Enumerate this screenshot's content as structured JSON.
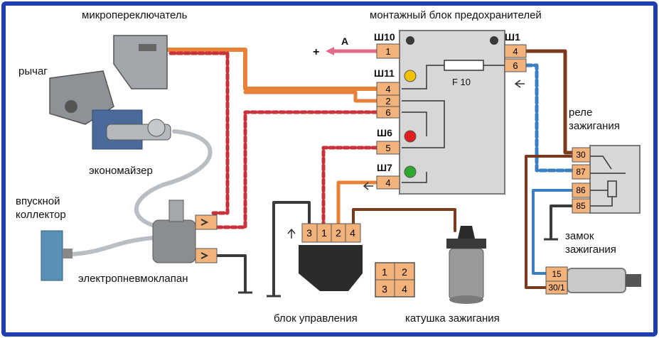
{
  "labels": {
    "microswitch": "микропереключатель",
    "fuse_block": "монтажный блок предохранителей",
    "lever": "рычаг",
    "economizer": "экономайзер",
    "intake": "впускной\nколлектор",
    "valve": "электропневмоклапан",
    "relay": "реле\nзажигания",
    "lock": "замок\nзажигания",
    "control_unit": "блок управления",
    "coil": "катушка зажигания",
    "fuse": "F 10",
    "arrow_a": "A",
    "plus": "+"
  },
  "connectors": {
    "sh10": "Ш10",
    "sh11": "Ш11",
    "sh6": "Ш6",
    "sh7": "Ш7",
    "sh1": "Ш1"
  },
  "pins": {
    "sh10": [
      "1"
    ],
    "sh11": [
      "4",
      "2",
      "6"
    ],
    "sh6": [
      "5"
    ],
    "sh7": [
      "4"
    ],
    "sh1": [
      "4",
      "6"
    ],
    "relay": [
      "30",
      "87",
      "86",
      "85"
    ],
    "lock": [
      "15",
      "30/1"
    ],
    "control_unit": [
      "3",
      "1",
      "2",
      "4"
    ],
    "legend": [
      "1",
      "2",
      "3",
      "4"
    ]
  },
  "colors": {
    "frame": "#1f3fb0",
    "wire_orange": "#e8803a",
    "wire_brown": "#7a3b1c",
    "wire_gray": "#9aa0a6",
    "wire_red": "#c8323a",
    "wire_blue": "#3a7fc4",
    "pin_fill": "#f3b27a",
    "block_fill": "#d7d7d7",
    "led_yellow": "#f2c200",
    "led_red": "#e02020",
    "led_green": "#2fa82f"
  },
  "icons": [
    "ground-symbol",
    "connector-symbol",
    "arrow-symbol"
  ]
}
